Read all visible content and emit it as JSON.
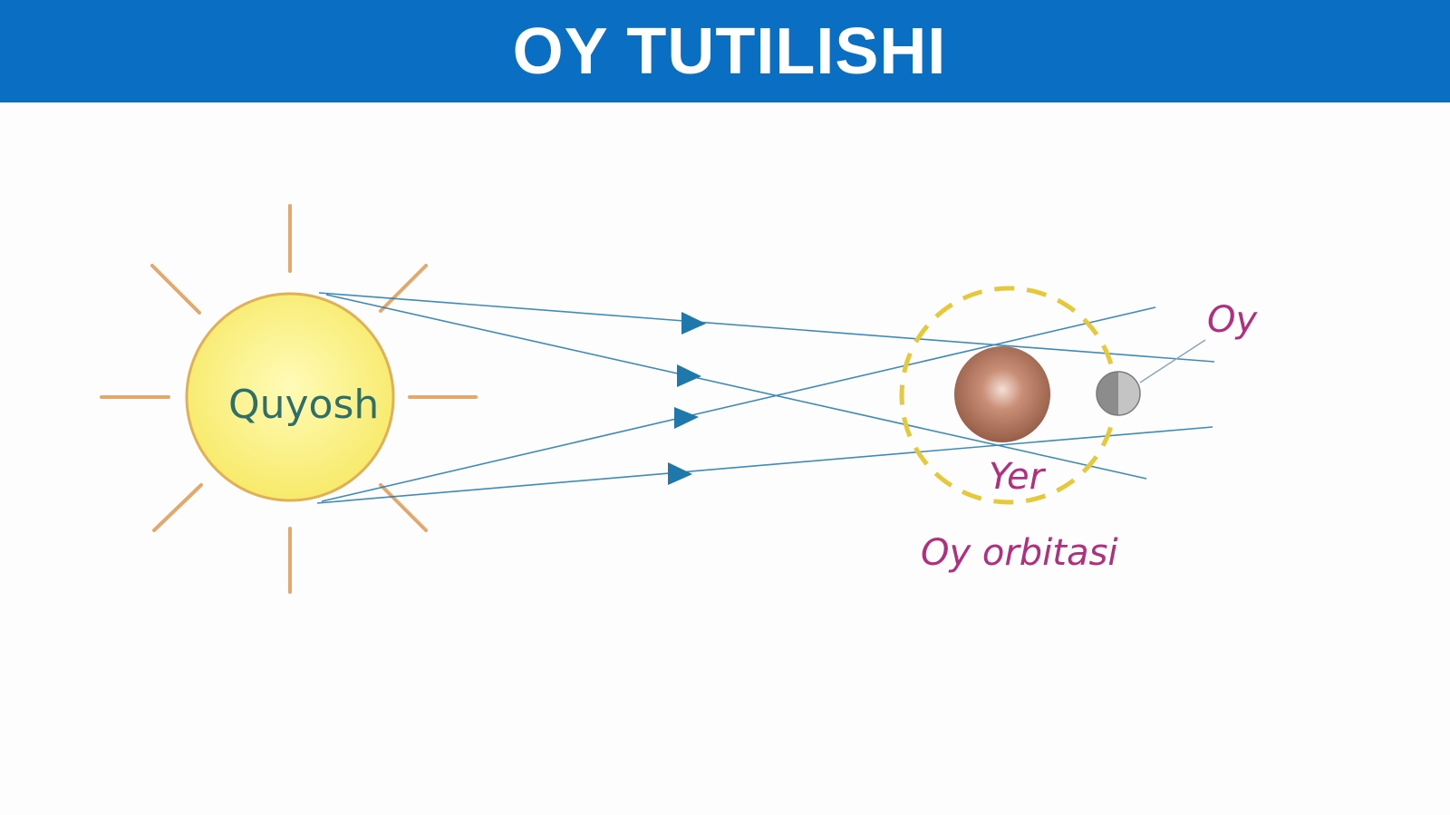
{
  "title": "OY TUTILISHI",
  "labels": {
    "sun": "Quyosh",
    "earth": "Yer",
    "moon": "Oy",
    "moon_orbit": "Oy orbitasi"
  },
  "icons": {
    "sun": "sun-icon",
    "earth": "earth-icon",
    "moon": "moon-icon",
    "arrow": "arrowhead-icon"
  },
  "colors": {
    "header": "#0a6fc2",
    "sun_fill": "#fbf27a",
    "sun_rays": "#e3a86c",
    "light_rays": "#1f78ab",
    "orbit": "#e5c93a",
    "earth": "#a86c56",
    "moon": "#8c8c8c",
    "label_text": "#b0307f",
    "sun_label": "#2f6f6a"
  }
}
